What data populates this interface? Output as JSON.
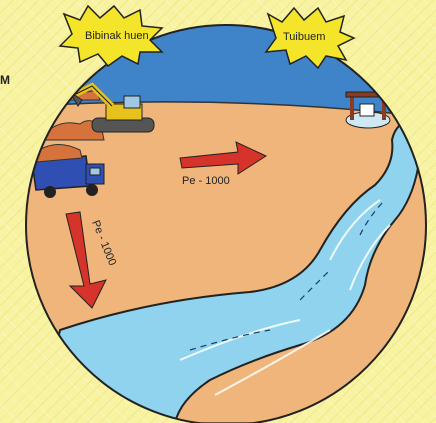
{
  "labels": {
    "left_burst": "Bibinak huen",
    "right_burst": "Tuibuem",
    "arrow_right": "Pe - 1000",
    "arrow_down": "Pe - 1000",
    "edge_letter": "M"
  },
  "colors": {
    "sky": "#3f83c9",
    "ground": "#f0b57a",
    "river": "#8fd3ef",
    "burst": "#f5e52a",
    "arrow": "#d6332a",
    "excavator": "#e8c21c",
    "truck": "#2f4fb2",
    "dirt": "#d6733c"
  },
  "icons": [
    "explosion-burst",
    "excavator-icon",
    "dump-truck-icon",
    "water-well-icon",
    "river",
    "red-arrow"
  ]
}
